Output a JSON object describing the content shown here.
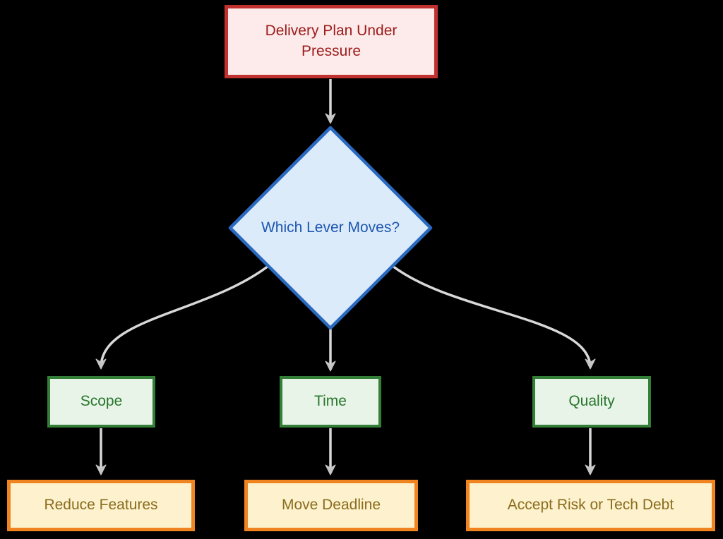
{
  "diagram": {
    "type": "flowchart",
    "background": "#000000",
    "edge_color": "#d8d8d8",
    "arrowhead_color": "#c6c6c6",
    "nodes": {
      "pressure": {
        "label": "Delivery Plan Under Pressure",
        "shape": "rectangle",
        "fill": "#fcebea",
        "border": "#c0312f",
        "text_color": "#9c1b1b"
      },
      "lever": {
        "label": "Which Lever Moves?",
        "shape": "diamond",
        "fill": "#dcebfa",
        "border": "#2a69c0",
        "text_color": "#1d56b0"
      },
      "scope": {
        "label": "Scope",
        "shape": "rectangle",
        "fill": "#e9f4e9",
        "border": "#337f37",
        "text_color": "#27762b"
      },
      "time": {
        "label": "Time",
        "shape": "rectangle",
        "fill": "#e9f4e9",
        "border": "#337f37",
        "text_color": "#27762b"
      },
      "quality": {
        "label": "Quality",
        "shape": "rectangle",
        "fill": "#e9f4e9",
        "border": "#337f37",
        "text_color": "#27762b"
      },
      "reduce_features": {
        "label": "Reduce Features",
        "shape": "rectangle",
        "fill": "#fdf2cd",
        "border": "#ef8420",
        "text_color": "#8a6c1e"
      },
      "move_deadline": {
        "label": "Move Deadline",
        "shape": "rectangle",
        "fill": "#fdf2cd",
        "border": "#ef8420",
        "text_color": "#8a6c1e"
      },
      "accept_risk": {
        "label": "Accept Risk or Tech Debt",
        "shape": "rectangle",
        "fill": "#fdf2cd",
        "border": "#ef8420",
        "text_color": "#8a6c1e"
      }
    },
    "edges": [
      {
        "from": "pressure",
        "to": "lever"
      },
      {
        "from": "lever",
        "to": "scope"
      },
      {
        "from": "lever",
        "to": "time"
      },
      {
        "from": "lever",
        "to": "quality"
      },
      {
        "from": "scope",
        "to": "reduce_features"
      },
      {
        "from": "time",
        "to": "move_deadline"
      },
      {
        "from": "quality",
        "to": "accept_risk"
      }
    ]
  }
}
